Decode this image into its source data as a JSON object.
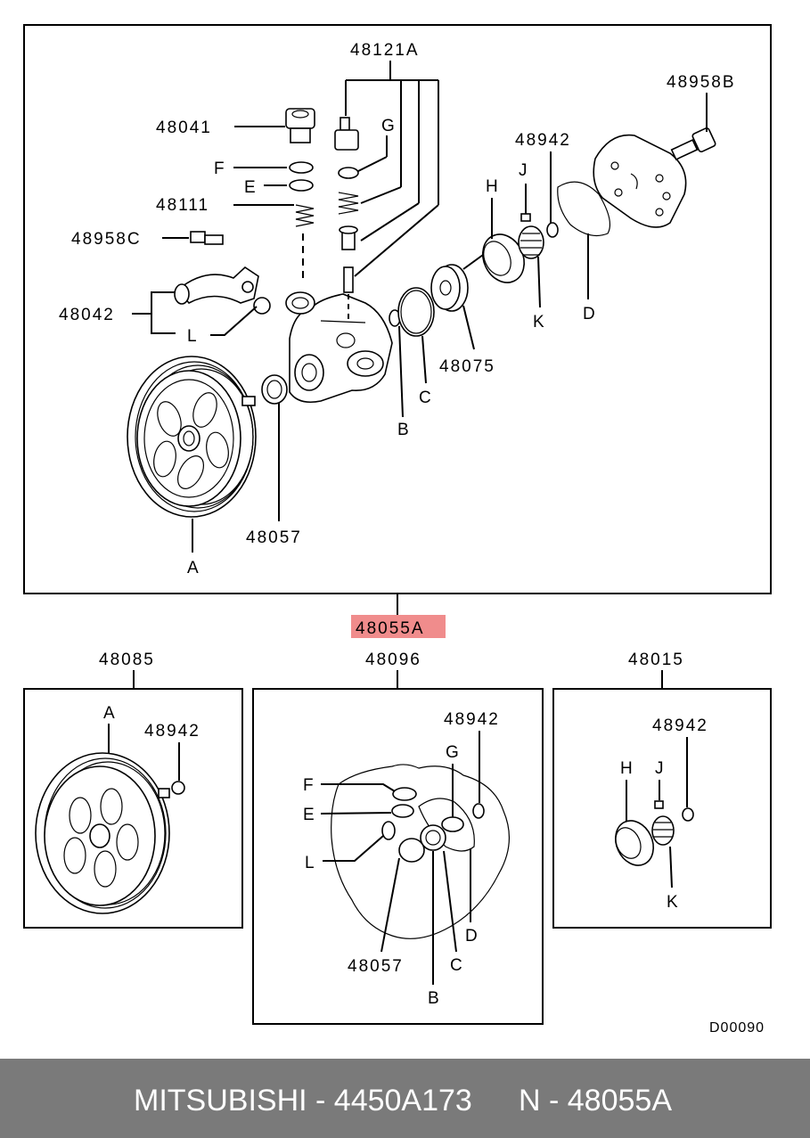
{
  "diagram": {
    "main_assembly": "48055A",
    "main_assembly_color": "#f08c8c",
    "drawing_code": "D00090",
    "labels": {
      "p48121A": "48121A",
      "p48958B": "48958B",
      "p48041": "48041",
      "G": "G",
      "F": "F",
      "E": "E",
      "p48111": "48111",
      "p48942": "48942",
      "J": "J",
      "H": "H",
      "p48958C": "48958C",
      "p48042": "48042",
      "L": "L",
      "K": "K",
      "D": "D",
      "C": "C",
      "p48075": "48075",
      "B": "B",
      "p48057": "48057",
      "A": "A"
    },
    "kits": [
      {
        "number": "48085",
        "labels": {
          "A": "A",
          "p48942": "48942"
        }
      },
      {
        "number": "48096",
        "labels": {
          "p48942": "48942",
          "G": "G",
          "F": "F",
          "E": "E",
          "L": "L",
          "D": "D",
          "p48057": "48057",
          "C": "C",
          "B": "B"
        }
      },
      {
        "number": "48015",
        "labels": {
          "p48942": "48942",
          "H": "H",
          "J": "J",
          "K": "K"
        }
      }
    ]
  },
  "footer": {
    "brand_part": "MITSUBISHI - 4450A173",
    "ref_part": "N - 48055A"
  }
}
